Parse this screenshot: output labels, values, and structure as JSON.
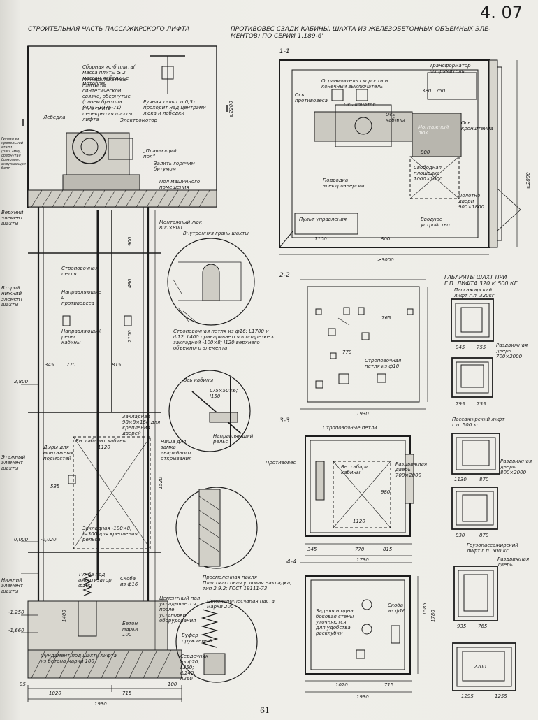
{
  "page_number": "4. 07",
  "footer_page": "61",
  "headers": {
    "left": "СТРОИТЕЛЬНАЯ ЧАСТЬ ПАССАЖИРСКОГО ЛИФТА",
    "right_line1": "ПРОТИВОВЕС СЗАДИ КАБИНЫ, ШАХТА ИЗ ЖЕЛЕЗОБЕТОННЫХ ОБЪЕМНЫХ ЭЛЕ-",
    "right_line2": "МЕНТОВ) ПО СЕРИИ 1.189-6'"
  },
  "section_titles": {
    "s11": "1-1",
    "s22": "2-2",
    "s33": "3-3",
    "s44": "4-4",
    "gabarity1": "ГАБАРИТЫ ШАХТ ПРИ",
    "gabarity2": "Г.П. ЛИФТА 320 И 500 КГ"
  },
  "machine_room": {
    "note_slab": "Сборная ж.-б плита( масса плиты ≥ 2 массам лебедки с мотором)",
    "note_mineral": "Минераловатные плиты на синтетической связке, обернутые (слоем брэзола (ГОСТ 1976-71)",
    "note_floor_slab": "Ж.-б плита перекрытия шахты лифта",
    "winch": "Лебедка",
    "motor": "Электромотор",
    "hand_hoist": "Ручная таль г.п.0,5т проходит над центрами люка и лебедки",
    "floating_floor": "„Плавающий пол”",
    "bitumen": "Залить горячим битумом",
    "room_floor": "Пол машинного помещения",
    "hatch": "Монтажный люк 800×800",
    "dim_2200": "≥2200",
    "sleeve": "Гильза из кровельной стали (h=0,7мм), обернутая брэзолом, окружающая болт",
    "upper_element": "Верхний элемент шахты",
    "second_element": "Второй нижний элемент шахты",
    "floor_element": "Этажный элемент шахты",
    "lower_element": "Нижний элемент шахты"
  },
  "shaft": {
    "sling_loop": "Строповочная петля",
    "cw_rails": "Направляющие L противовеса",
    "cabin_rail": "Направляющий рельс кабины",
    "embedded_part": "Закладная 98×8×160 для крепления дверей",
    "cabin_gabarit": "Вн. габарит кабины",
    "holes": "Дыры для монтажных подмостей",
    "embed_rail": "Закладная -100×8; l=300 для крепления рельса",
    "buffer_stand": "Тумба под амортизатор ф100",
    "bracket": "Скоба из ф16",
    "concrete": "Бетон марки 100",
    "foundation": "Фундамент под шахту лифта из бетона марки 100",
    "niche": "Ниша для замка аварийного открывания",
    "cement_floor": "Цементный пол укладывается после установки оборудования",
    "level_2800": "2,800",
    "level_0": "0,000",
    "level_m020": "-0,020",
    "level_m1250": "-1,250",
    "level_m1660": "-1,660"
  },
  "details": {
    "inner_face": "Внутренняя грань шахты",
    "loop_text": "Строповочная петля из ф16; L1700 и ф12; L400 приваривается в подрезке к закладной -100×8; l120 верхнего объемного элемента",
    "cabin_axis": "Ось кабины",
    "angle": "L75×50×6; l150",
    "guide_rail": "Направляющий рельс",
    "tow": "Просмоленная пакля Пластмассовая угловая накладка; тип 2.9.2; ГОСТ 19111-73",
    "paste": "Цементно-песчаная паста марки 200",
    "spring_buffer": "Буфер пружинный",
    "core": "Сердечник из ф20; L350; ф240; h260"
  },
  "plan_11": {
    "transformer": "Трансформатор выпрямитель",
    "limiter": "Ограничитель скорости и конечный выключатель",
    "cw_axis": "Ось противовеса",
    "ropes_axis": "Ось канатов",
    "cabin_axis": "Ось кабины",
    "install_hatch": "Монтажный люк",
    "free_area": "Свободная площадка 1000×1000",
    "power_input": "Подводка электроэнергии",
    "control_panel": "Пульт управления",
    "input_device": "Вводное устройство",
    "door_blade": "Полотно двери 900×1800",
    "bolt_axis": "Ось кронштейна",
    "dim_3000": "≥3000",
    "dim_2800": "≥2800"
  },
  "plan_22": {
    "loop_note": "Строповочная петля из ф10"
  },
  "plan_33": {
    "sling_loops": "Строповочные петли",
    "counterweight": "Противовес",
    "cabin_gabarit": "Вн. габарит кабины",
    "sliding_door": "Раздвижная дверь 700×2000"
  },
  "plan_44": {
    "rear_wall": "Задняя и одна боковая стены уточняются для удобства расклубки",
    "bracket": "Скоба из ф16"
  },
  "right_col": {
    "pass320": "Пассажирский лифт г.п. 320кг",
    "pass500": "Пассажирский лифт г.п. 500 кг",
    "cargo500": "Грузопассажирский лифт г.п. 500 кг",
    "door1": "Раздвижная дверь 700×2000",
    "door2": "Раздвижная дверь 800×2000",
    "door3": "Раздвижная дверь"
  },
  "dims": {
    "d1930": "1930",
    "d1020": "1020",
    "d715": "715",
    "d100": "100",
    "d95": "95",
    "d770": "770",
    "d815": "815",
    "d345": "345",
    "d535": "535",
    "d1120": "1120",
    "d1520": "1520",
    "d2100": "2100",
    "d900": "900",
    "d490": "490",
    "d1400": "1400",
    "d1730": "1730",
    "d980": "980",
    "d800": "800",
    "d1100": "1100",
    "d750": "750",
    "d380": "380",
    "d945": "945",
    "d755": "755",
    "d795": "795",
    "d1130": "1130",
    "d870": "870",
    "d830": "830",
    "d935": "935",
    "d765": "765",
    "d1295": "1295",
    "d1255": "1255",
    "d2200": "2200",
    "d1585": "1585",
    "d1780": "1780"
  }
}
